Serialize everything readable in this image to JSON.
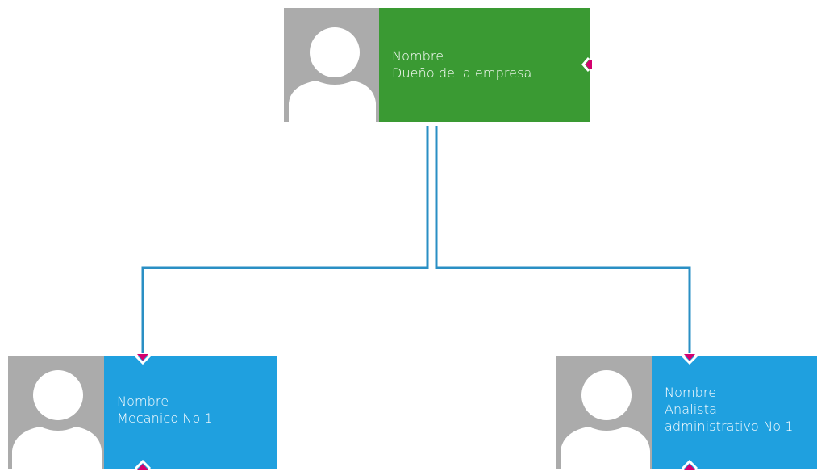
{
  "colors": {
    "owner_fill": "#3a9a33",
    "employee_fill": "#1fa0df",
    "connector": "#2a8fc4",
    "marker": "#d4006e",
    "avatar_bg": "#ababab",
    "avatar_silhouette": "#ffffff"
  },
  "nodes": {
    "owner": {
      "name": "Nombre",
      "role": "Dueño de la empresa"
    },
    "mechanic": {
      "name": "Nombre",
      "role": "Mecanico No 1"
    },
    "analyst": {
      "name": "Nombre",
      "role_line1": "Analista",
      "role_line2": "administrativo No 1"
    }
  },
  "icons": {
    "avatar": "person-silhouette-icon",
    "marker": "pink-chevron-icon"
  }
}
